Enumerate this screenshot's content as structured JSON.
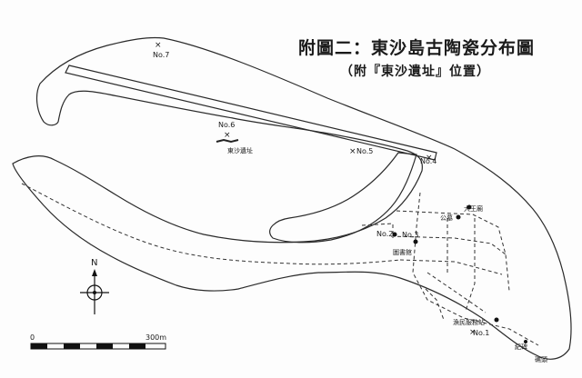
{
  "map": {
    "title": "附圖二：東沙島古陶瓷分布圖",
    "subtitle": "（附『東沙遺址』位置）",
    "sites": [
      {
        "id": "no7",
        "label": "No.7"
      },
      {
        "id": "no6",
        "label": "No.6"
      },
      {
        "id": "no5",
        "label": "No.5"
      },
      {
        "id": "no4",
        "label": "No.4"
      },
      {
        "id": "no3",
        "label": "No.3"
      },
      {
        "id": "no2",
        "label": "No.2"
      },
      {
        "id": "no1",
        "label": "No.1"
      }
    ],
    "places": [
      {
        "id": "dongsha-site",
        "label": "東沙遺址"
      },
      {
        "id": "gongmu",
        "label": "公墓"
      },
      {
        "id": "dawangmiao",
        "label": "大王廟"
      },
      {
        "id": "library",
        "label": "圖書館"
      },
      {
        "id": "station",
        "label": "漁民服務站"
      },
      {
        "id": "stele",
        "label": "紀碑"
      },
      {
        "id": "reef",
        "label": "礁頭"
      }
    ],
    "north_label": "N",
    "scale": {
      "start": "0",
      "end": "300m"
    }
  }
}
